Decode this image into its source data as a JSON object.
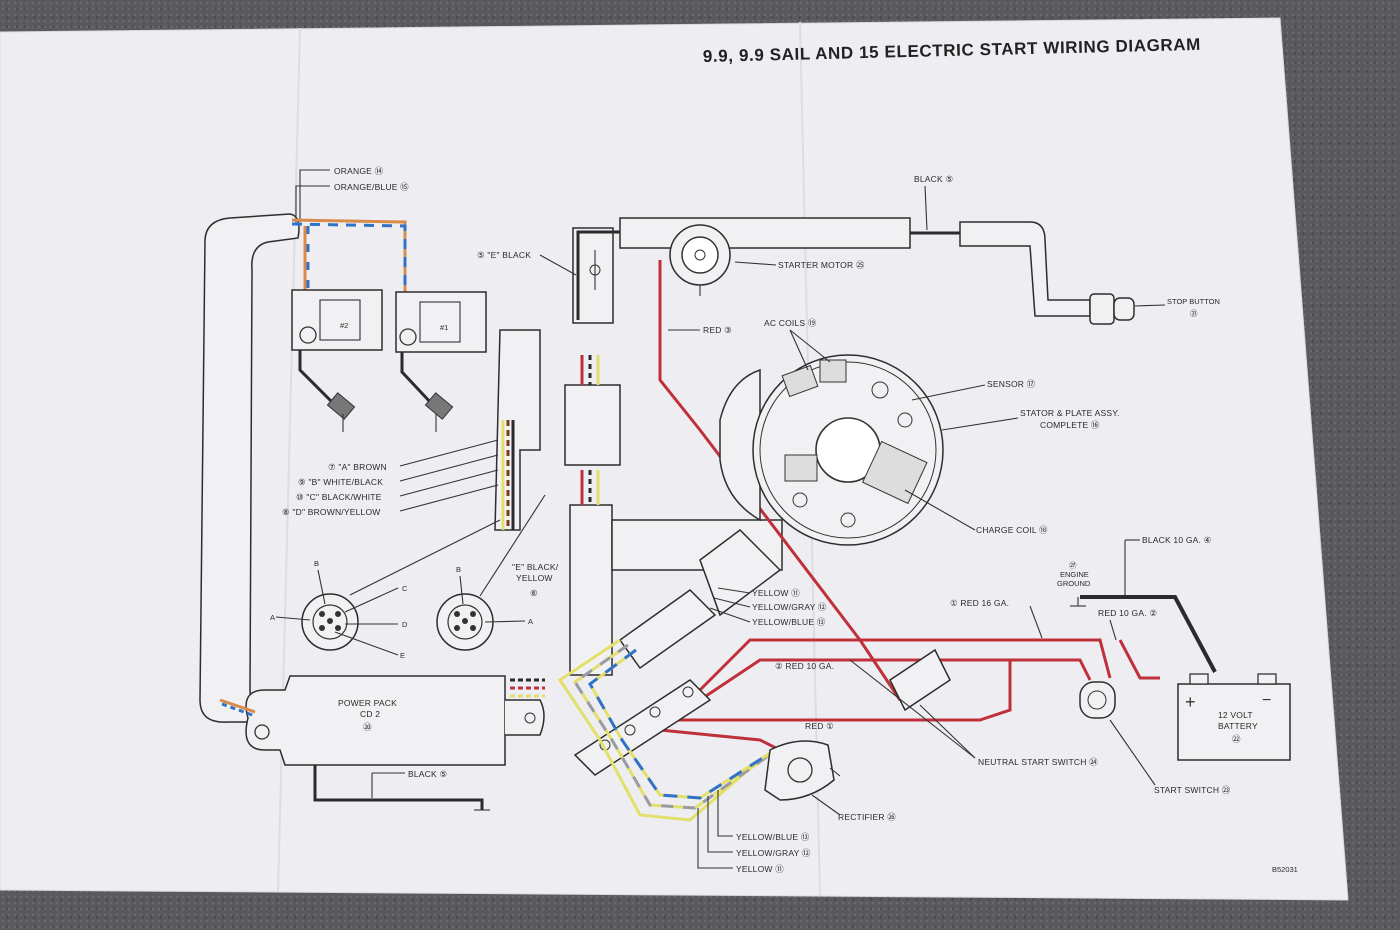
{
  "title": "9.9, 9.9 SAIL AND 15 ELECTRIC START WIRING DIAGRAM",
  "part_number": "B52031",
  "colors": {
    "paper": "#eeeef2",
    "red_wire": "#c0303a",
    "black_wire": "#2b2b2b",
    "yellow_wire": "#e2df6a",
    "blue_wire": "#2f73c9",
    "gray_wire": "#9a9aa6",
    "orange_wire": "#d98b4a",
    "brown_wire": "#7a3b22"
  },
  "wire_labels": {
    "orange": "ORANGE",
    "orange_n": "⑭",
    "orange_blue": "ORANGE/BLUE",
    "orange_blue_n": "⑮",
    "e_black": "\"E\" BLACK",
    "e_black_n": "⑤",
    "black_top": "BLACK",
    "black_top_n": "⑤",
    "red_top": "RED",
    "red_top_n": "③",
    "a_brown": "\"A\" BROWN",
    "a_brown_n": "⑦",
    "b_white_black": "\"B\" WHITE/BLACK",
    "b_white_black_n": "⑨",
    "c_black_white": "\"C\" BLACK/WHITE",
    "c_black_white_n": "⑩",
    "d_brown_yellow": "\"D\" BROWN/YELLOW",
    "d_brown_yellow_n": "⑧",
    "e_black_yellow_1": "\"E\" BLACK/",
    "e_black_yellow_2": "YELLOW",
    "e_black_yellow_n": "⑥",
    "yellow_a": "YELLOW",
    "yellow_a_n": "⑪",
    "yellow_gray_a": "YELLOW/GRAY",
    "yellow_gray_a_n": "⑫",
    "yellow_blue_a": "YELLOW/BLUE",
    "yellow_blue_a_n": "⑬",
    "red_16": "RED 16 GA.",
    "red_16_n": "①",
    "red_10_a": "RED 10 GA.",
    "red_10_a_n": "②",
    "red_10_b": "RED 10 GA.",
    "red_10_b_n": "②",
    "red_1": "RED",
    "red_1_n": "①",
    "black_10": "BLACK 10 GA.",
    "black_10_n": "④",
    "black_bottom": "BLACK",
    "black_bottom_n": "⑤",
    "yellow_blue_b": "YELLOW/BLUE",
    "yellow_blue_b_n": "⑬",
    "yellow_gray_b": "YELLOW/GRAY",
    "yellow_gray_b_n": "⑫",
    "yellow_b": "YELLOW",
    "yellow_b_n": "⑪"
  },
  "components": {
    "starter_motor": "STARTER MOTOR",
    "starter_motor_n": "㉕",
    "stop_button": "STOP BUTTON",
    "stop_button_n": "㉛",
    "ac_coils": "AC COILS",
    "ac_coils_n": "⑲",
    "sensor": "SENSOR",
    "sensor_n": "⑰",
    "stator_1": "STATOR & PLATE ASSY.",
    "stator_2": "COMPLETE",
    "stator_n": "⑯",
    "charge_coil": "CHARGE COIL",
    "charge_coil_n": "⑱",
    "engine_ground_1": "ENGINE",
    "engine_ground_2": "GROUND",
    "engine_ground_n": "㉗",
    "battery_1": "12 VOLT",
    "battery_2": "BATTERY",
    "battery_n": "㉒",
    "neutral_start": "NEUTRAL START SWITCH",
    "neutral_start_n": "㉔",
    "start_switch": "START SWITCH",
    "start_switch_n": "㉓",
    "rectifier": "RECTIFIER",
    "rectifier_n": "㉖",
    "power_pack_1": "POWER PACK",
    "power_pack_2": "CD 2",
    "power_pack_n": "⑳",
    "coil2": "#2",
    "coil1": "#1"
  },
  "connector_pins": {
    "a": "A",
    "b": "B",
    "c": "C",
    "d": "D",
    "e": "E"
  },
  "battery_terminals": {
    "plus": "+",
    "minus": "−"
  }
}
